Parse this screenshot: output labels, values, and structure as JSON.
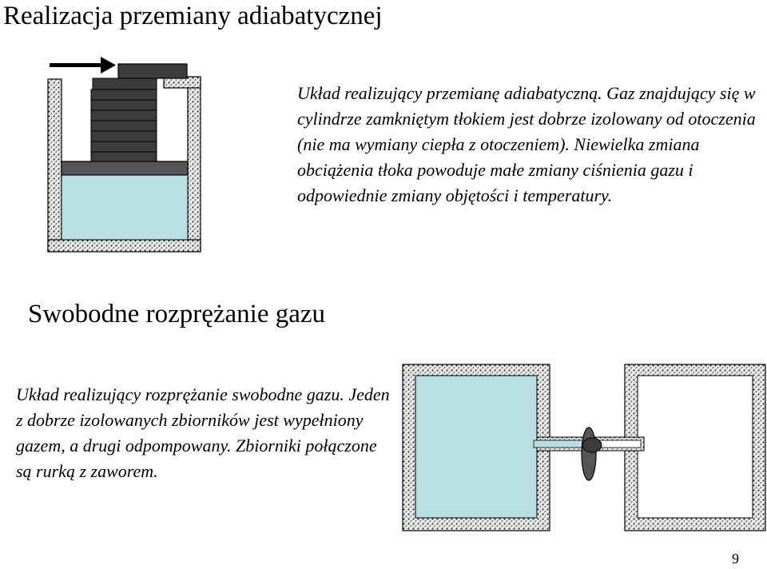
{
  "slide": {
    "title": "Realizacja przemiany adiabatycznej",
    "adiabatic_description": "Układ realizujący przemianę adiabatyczną. Gaz znajdujący się w cylindrze zamkniętym tłokiem jest dobrze izolowany od otoczenia (nie ma wymiany ciepła z otoczeniem). Niewielka zmiana obciążenia tłoka powoduje małe zmiany ciśnienia gazu i odpowiednie zmiany objętości i  temperatury.",
    "subtitle": "Swobodne rozprężanie gazu",
    "free_expansion_description": "Układ realizujący rozprężanie swobodne gazu. Jeden z dobrze izolowanych zbiorników jest wypełniony gazem, a drugi odpompowany. Zbiorniki połączone są rurką z zaworem.",
    "page_number": "9"
  },
  "colors": {
    "gas": "#b8dfe2",
    "insulation": "#e3e3e3",
    "piston": "#555555",
    "weights": "#3c3c3c",
    "outline": "#000000"
  },
  "icons": {
    "arrow": "right-arrow-icon",
    "valve": "valve-icon"
  }
}
